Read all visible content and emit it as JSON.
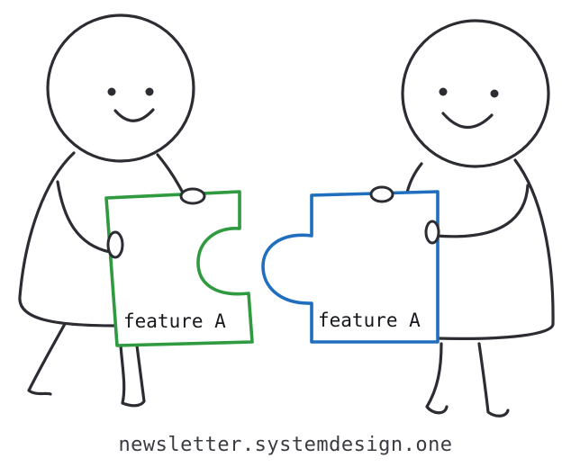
{
  "left_piece": {
    "label": "feature A",
    "color": "#2f9a3f"
  },
  "right_piece": {
    "label": "feature A",
    "color": "#1f6fbe"
  },
  "footer": {
    "url": "newsletter.systemdesign.one"
  },
  "ink_color": "#2b2d33"
}
